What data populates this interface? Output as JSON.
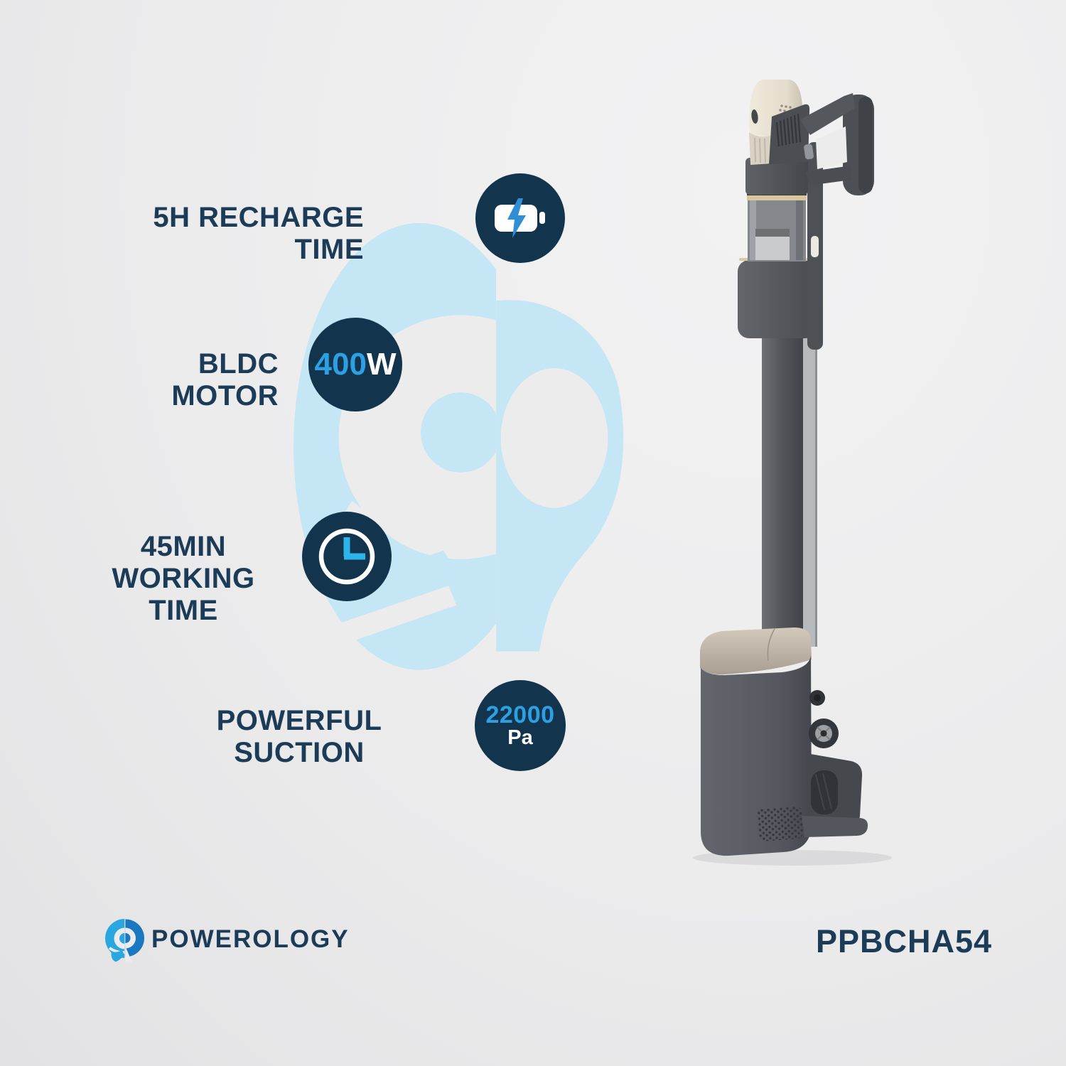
{
  "theme": {
    "bg": "#ececed",
    "bg-hi": "#f2f2f3",
    "bg-deep": "#e2e2e4",
    "mark-blue": "#c5e6f4",
    "navy": "#12344d",
    "text-navy": "#1c3b57",
    "accent-blue": "#2ba1e4",
    "bolt-blue": "#2f8ed6",
    "clock-blue": "#2cb5ea",
    "logo-light-blue": "#2aa7e0",
    "logo-dark-blue": "#1a78c0"
  },
  "features": [
    {
      "id": "recharge-time",
      "lines": [
        "5H RECHARGE TIME"
      ],
      "badge": {
        "type": "icon",
        "icon": "battery-charging-icon"
      }
    },
    {
      "id": "motor",
      "lines": [
        "BLDC MOTOR"
      ],
      "badge": {
        "type": "text",
        "value": "400",
        "unit": "W"
      }
    },
    {
      "id": "working-time",
      "lines": [
        "45MIN",
        "WORKING TIME"
      ],
      "badge": {
        "type": "icon",
        "icon": "clock-icon"
      }
    },
    {
      "id": "suction",
      "lines": [
        "POWERFUL",
        "SUCTION"
      ],
      "badge": {
        "type": "text",
        "value": "22000",
        "unit": "Pa"
      }
    }
  ],
  "footer": {
    "brand": "POWEROLOGY",
    "model": "PPBCHA54"
  }
}
